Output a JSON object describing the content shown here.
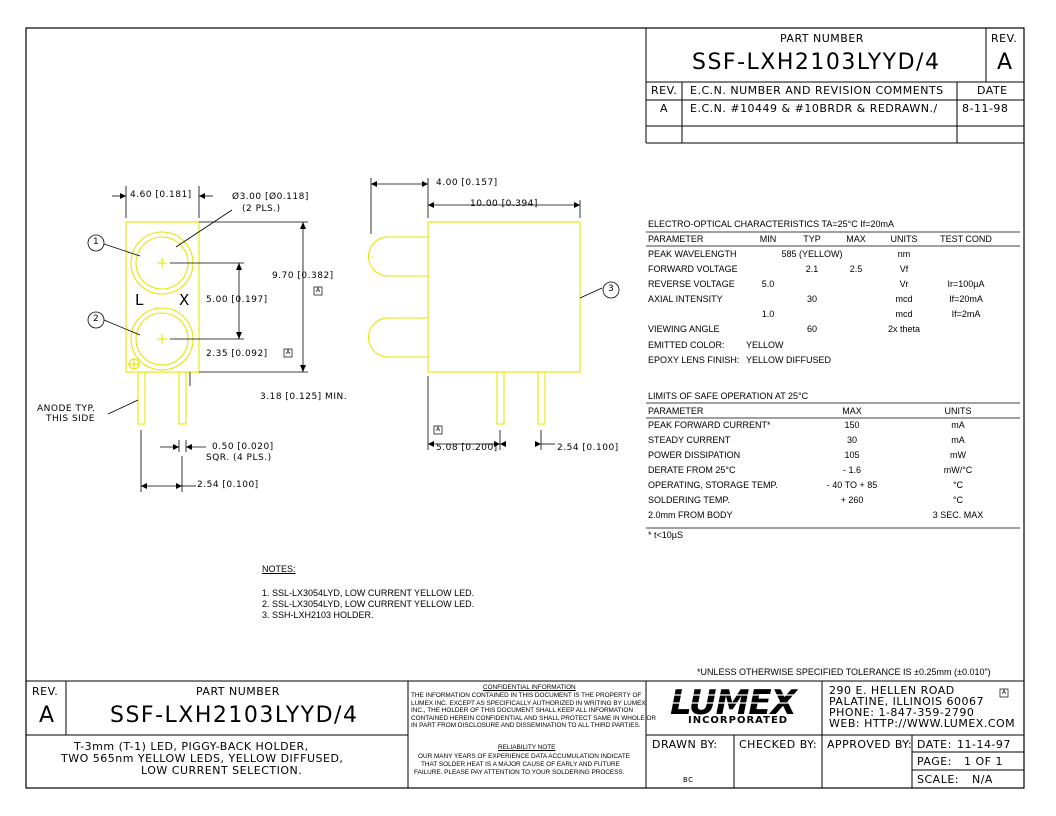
{
  "top_block": {
    "part_number_label": "PART NUMBER",
    "rev_label": "REV.",
    "part_number": "SSF-LXH2103LYYD/4",
    "rev": "A",
    "revision_headers": {
      "rev": "REV.",
      "ecn": "E.C.N. NUMBER AND REVISION COMMENTS",
      "date": "DATE"
    },
    "revision_row": {
      "rev": "A",
      "ecn": "E.C.N. #10449 & #10BRDR & REDRAWN./",
      "date": "8-11-98"
    }
  },
  "drawing": {
    "dim_460": "4.60 [0.181]",
    "dim_dia": "Ø3.00 [Ø0.118]",
    "dim_dia_note": "(2 PLS.)",
    "callout_1": "1",
    "callout_2": "2",
    "callout_3": "3",
    "label_L": "L",
    "label_X": "X",
    "dim_970": "9.70 [0.382]",
    "dim_500": "5.00 [0.197]",
    "dim_235": "2.35 [0.092]",
    "dim_318": "3.18 [0.125] MIN.",
    "anode_1": "ANODE TYP.",
    "anode_2": "THIS SIDE",
    "dim_050": "0.50 [0.020]",
    "dim_050_note": "SQR. (4 PLS.)",
    "dim_254_left": "2.54 [0.100]",
    "dim_400": "4.00 [0.157]",
    "dim_1000": "10.00 [0.394]",
    "dim_508": "5.08 [0.200]",
    "dim_254_right": "2.54 [0.100]",
    "marker": "A"
  },
  "eo": {
    "title": "ELECTRO-OPTICAL CHARACTERISTICS TA=25°C     If=20mA",
    "headers": [
      "PARAMETER",
      "MIN",
      "TYP",
      "MAX",
      "UNITS",
      "TEST COND"
    ],
    "rows": [
      [
        "PEAK WAVELENGTH",
        "",
        "585 (YELLOW)",
        "",
        "nm",
        ""
      ],
      [
        "FORWARD VOLTAGE",
        "",
        "2.1",
        "2.5",
        "Vf",
        ""
      ],
      [
        "REVERSE VOLTAGE",
        "5.0",
        "",
        "",
        "Vr",
        "Ir=100µA"
      ],
      [
        "AXIAL INTENSITY",
        "",
        "30",
        "",
        "mcd",
        "If=20mA"
      ],
      [
        "",
        "1.0",
        "",
        "",
        "mcd",
        "If=2mA"
      ],
      [
        "VIEWING ANGLE",
        "",
        "60",
        "",
        "2x theta",
        ""
      ]
    ],
    "emitted_label": "EMITTED COLOR:",
    "emitted_value": "YELLOW",
    "epoxy_label": "EPOXY LENS FINISH:",
    "epoxy_value": "YELLOW DIFFUSED"
  },
  "limits": {
    "title": "LIMITS OF SAFE OPERATION AT 25°C",
    "headers": [
      "PARAMETER",
      "MAX",
      "UNITS"
    ],
    "rows": [
      [
        "PEAK FORWARD CURRENT*",
        "150",
        "mA"
      ],
      [
        "STEADY CURRENT",
        "30",
        "mA"
      ],
      [
        "POWER DISSIPATION",
        "105",
        "mW"
      ],
      [
        "DERATE FROM 25°C",
        "- 1.6",
        "mW/°C"
      ],
      [
        "OPERATING, STORAGE TEMP.",
        "- 40 TO + 85",
        "°C"
      ],
      [
        "SOLDERING TEMP.",
        "+ 260",
        "°C"
      ],
      [
        "2.0mm FROM BODY",
        "",
        "3 SEC. MAX"
      ]
    ],
    "footnote": "* t<10µS"
  },
  "notes": {
    "title": "NOTES:",
    "items": [
      "1. SSL-LX3054LYD, LOW CURRENT YELLOW LED.",
      "2. SSL-LX3054LYD, LOW CURRENT YELLOW LED.",
      "3. SSH-LXH2103 HOLDER."
    ]
  },
  "tolerance": "*UNLESS OTHERWISE SPECIFIED TOLERANCE IS ±0.25mm (±0.010\")",
  "title_block": {
    "rev_label": "REV.",
    "rev": "A",
    "part_number_label": "PART NUMBER",
    "part_number": "SSF-LXH2103LYYD/4",
    "description": [
      "T-3mm (T-1) LED, PIGGY-BACK HOLDER,",
      "TWO 565nm YELLOW LEDS, YELLOW DIFFUSED,",
      "LOW CURRENT SELECTION."
    ],
    "confidential_title": "CONFIDENTIAL INFORMATION",
    "confidential_text": [
      "THE INFORMATION CONTAINED IN THIS DOCUMENT IS THE PROPERTY OF",
      "LUMEX INC. EXCEPT AS SPECIFICALLY AUTHORIZED IN WRITING BY LUMEX",
      "INC., THE HOLDER OF THIS DOCUMENT SHALL KEEP ALL INFORMATION",
      "CONTAINED HEREIN CONFIDENTIAL AND SHALL PROTECT SAME IN WHOLE OR",
      "IN PART FROM DISCLOSURE AND DISSEMINATION TO ALL THIRD PARTIES."
    ],
    "reliability_title": "RELIABILITY NOTE",
    "reliability_text": [
      "OUR MANY YEARS OF EXPERIENCE DATA ACCUMULATION INDICATE",
      "THAT SOLDER HEAT IS A MAJOR CAUSE OF EARLY AND FUTURE",
      "FAILURE.  PLEASE PAY ATTENTION TO YOUR SOLDERING PROCESS."
    ],
    "logo_text": "LUMEX",
    "logo_sub": "INCORPORATED",
    "address": [
      "290 E. HELLEN ROAD",
      "PALATINE, ILLINOIS  60067",
      "PHONE: 1-847-359-2790",
      "WEB: HTTP://WWW.LUMEX.COM"
    ],
    "drawn_by_label": "DRAWN BY:",
    "drawn_by": "BC",
    "checked_by_label": "CHECKED BY:",
    "approved_by_label": "APPROVED BY:",
    "date_label": "DATE:",
    "date": "11-14-97",
    "page_label": "PAGE:",
    "page": "1 OF 1",
    "scale_label": "SCALE:",
    "scale": "N/A",
    "marker": "A"
  },
  "colors": {
    "outline": "#000000",
    "drawing": "#e6e600"
  }
}
